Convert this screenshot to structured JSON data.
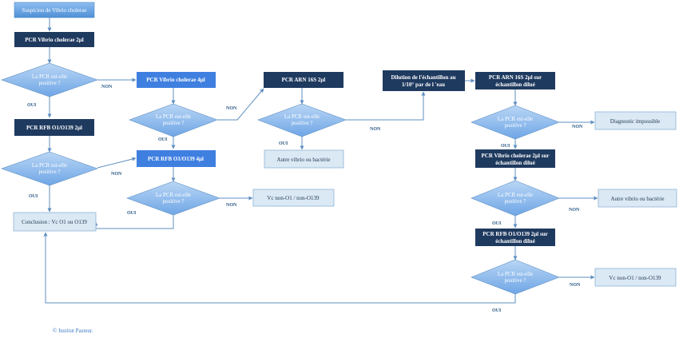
{
  "nodes": {
    "start": "Suspicion de Vibrio cholerae",
    "pcr1": "PCR Vibrio cholerae 2µl",
    "q1": [
      "La PCR est-elle",
      "positive ?"
    ],
    "pcr_rfb1": "PCR RFB O1/O139 2µl",
    "q2": [
      "La PCR est-elle",
      "positive ?"
    ],
    "conclusion": "Conclusion : Vc O1 ou O139",
    "pcr2": "PCR Vibrio cholerae 4µl",
    "q3": [
      "La PCR est-elle",
      "positive ?"
    ],
    "pcr_rfb2": "PCR RFB O1/O139 4µl",
    "q4": [
      "La PCR est-elle",
      "positive ?"
    ],
    "vc_non1": "Vc non-O1 / non-O139",
    "arn1": "PCR ARN 16S 2µl",
    "q5": [
      "La PCR est-elle",
      "positive ?"
    ],
    "autre1": "Autre vibrio ou bactérie",
    "dilution": [
      "Dilution de l'échantillon au",
      "1/10° par de l 'eau"
    ],
    "arn2": [
      "PCR ARN 16S 2µl sur",
      "échantillon dilué"
    ],
    "q6": [
      "La PCR est-elle",
      "positive ?"
    ],
    "diag": "Diagnostic impossible",
    "pcr3": [
      "PCR Vibrio cholerae 2µl sur",
      "échantillon dilué"
    ],
    "q7": [
      "La PCR est-elle",
      "positive ?"
    ],
    "autre2": "Autre vibrio ou bactérie",
    "pcr_rfb3": [
      "PCR RFB O1/O139 2µl sur",
      "échantillon dilué"
    ],
    "q8": [
      "La PCR est-elle",
      "positive ?"
    ],
    "vc_non2": "Vc non-O1 / non-O139"
  },
  "labels": {
    "oui": "OUI",
    "non": "NON"
  },
  "footer": {
    "copyright": "© Institut Pasteur."
  },
  "colors": {
    "start_fill": "#5b9bd5",
    "dark_fill": "#1f3a5f",
    "bright_fill": "#3f7fe0",
    "diamond_fill": "#7eb3ec",
    "light_fill": "#dbe9f4",
    "line": "#5f8fc2"
  }
}
